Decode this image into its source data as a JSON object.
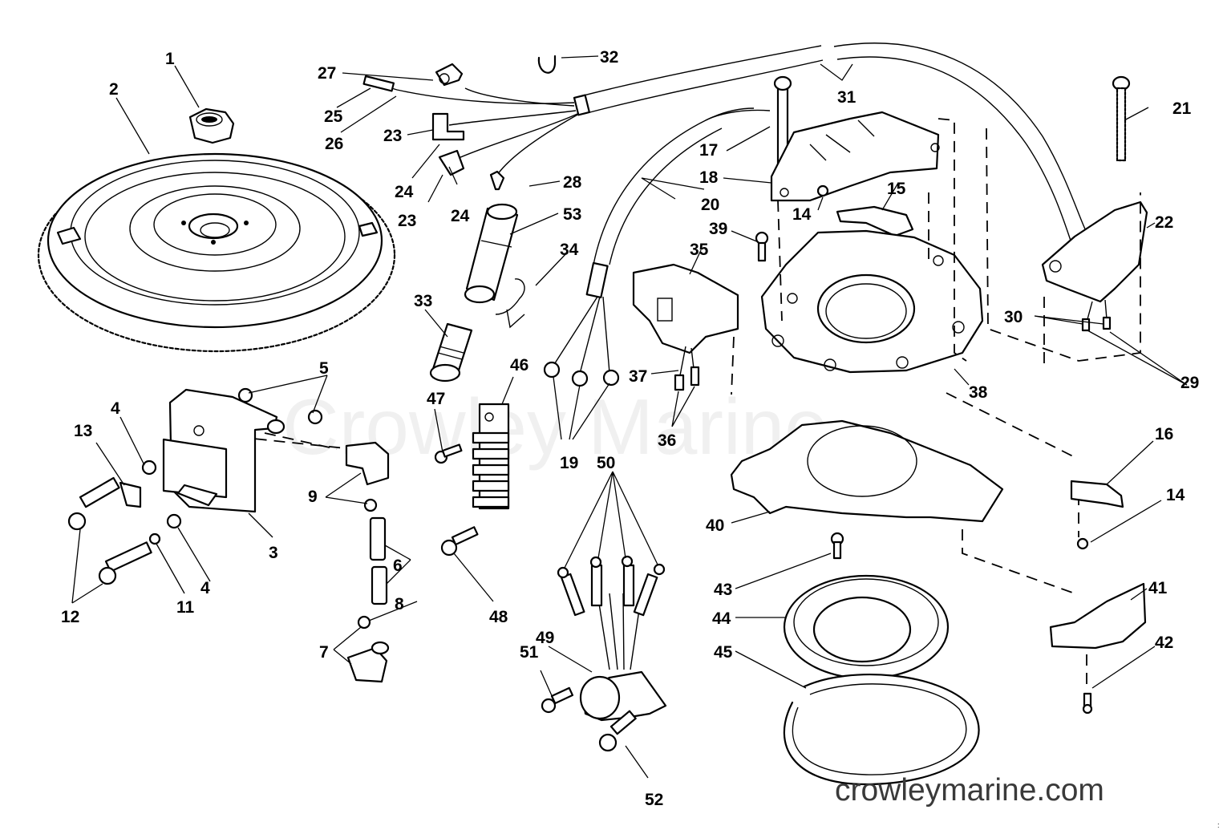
{
  "diagram": {
    "title": "Ignition / Flywheel Exploded Parts Diagram",
    "watermark": "Crowley Marine",
    "site_url": "crowleymarine.com",
    "corner_mark": ":",
    "parts": [
      {
        "id": "1",
        "label": "1",
        "name": "flywheel-nut"
      },
      {
        "id": "2",
        "label": "2",
        "name": "flywheel"
      },
      {
        "id": "3",
        "label": "3",
        "name": "ignition-coil"
      },
      {
        "id": "4a",
        "label": "4",
        "name": "coil-washer-upper"
      },
      {
        "id": "4b",
        "label": "4",
        "name": "coil-washer-lower"
      },
      {
        "id": "5",
        "label": "5",
        "name": "coil-terminal-washers"
      },
      {
        "id": "6",
        "label": "6",
        "name": "spark-plug-boot-sleeves"
      },
      {
        "id": "7",
        "label": "7",
        "name": "spark-plug-boot"
      },
      {
        "id": "8",
        "label": "8",
        "name": "boot-spring"
      },
      {
        "id": "9",
        "label": "9",
        "name": "coil-boot-and-spring"
      },
      {
        "id": "11",
        "label": "11",
        "name": "lock-washer"
      },
      {
        "id": "12",
        "label": "12",
        "name": "coil-mounting-screws"
      },
      {
        "id": "13",
        "label": "13",
        "name": "wire-clamp"
      },
      {
        "id": "14a",
        "label": "14",
        "name": "screw-upper"
      },
      {
        "id": "14b",
        "label": "14",
        "name": "screw-lower"
      },
      {
        "id": "15",
        "label": "15",
        "name": "retainer-plate"
      },
      {
        "id": "16",
        "label": "16",
        "name": "sensor-magnet"
      },
      {
        "id": "17",
        "label": "17",
        "name": "stator-screw"
      },
      {
        "id": "18",
        "label": "18",
        "name": "stator-assembly"
      },
      {
        "id": "19",
        "label": "19",
        "name": "ring-terminals"
      },
      {
        "id": "20",
        "label": "20",
        "name": "harness-sleeve"
      },
      {
        "id": "21",
        "label": "21",
        "name": "sensor-screw"
      },
      {
        "id": "22",
        "label": "22",
        "name": "timer-base-sensor"
      },
      {
        "id": "23a",
        "label": "23",
        "name": "connector-boot-upper"
      },
      {
        "id": "23b",
        "label": "23",
        "name": "connector-boot-lower"
      },
      {
        "id": "24a",
        "label": "24",
        "name": "terminal-upper"
      },
      {
        "id": "24b",
        "label": "24",
        "name": "terminal-lower"
      },
      {
        "id": "25",
        "label": "25",
        "name": "wire-sleeve"
      },
      {
        "id": "26",
        "label": "26",
        "name": "wire-terminal"
      },
      {
        "id": "27",
        "label": "27",
        "name": "ground-ring-terminal"
      },
      {
        "id": "28",
        "label": "28",
        "name": "bullet-terminal"
      },
      {
        "id": "29",
        "label": "29",
        "name": "sensor-terminals"
      },
      {
        "id": "30",
        "label": "30",
        "name": "sensor-terminal-sleeves"
      },
      {
        "id": "31",
        "label": "31",
        "name": "harness-tubing"
      },
      {
        "id": "32",
        "label": "32",
        "name": "tie-strap-clip"
      },
      {
        "id": "33",
        "label": "33",
        "name": "connector-plug"
      },
      {
        "id": "34",
        "label": "34",
        "name": "retainer-wire"
      },
      {
        "id": "35",
        "label": "35",
        "name": "charge-coil"
      },
      {
        "id": "36",
        "label": "36",
        "name": "charge-coil-sleeves"
      },
      {
        "id": "37",
        "label": "37",
        "name": "charge-coil-terminal"
      },
      {
        "id": "38",
        "label": "38",
        "name": "armature-plate"
      },
      {
        "id": "39",
        "label": "39",
        "name": "charge-coil-screw"
      },
      {
        "id": "40",
        "label": "40",
        "name": "support-plate"
      },
      {
        "id": "41",
        "label": "41",
        "name": "timer-base-magnet"
      },
      {
        "id": "42",
        "label": "42",
        "name": "magnet-screw"
      },
      {
        "id": "43",
        "label": "43",
        "name": "retainer-screw"
      },
      {
        "id": "44",
        "label": "44",
        "name": "retainer-ring"
      },
      {
        "id": "45",
        "label": "45",
        "name": "support-ring"
      },
      {
        "id": "46",
        "label": "46",
        "name": "terminal-block"
      },
      {
        "id": "47",
        "label": "47",
        "name": "terminal-block-screw"
      },
      {
        "id": "48",
        "label": "48",
        "name": "block-mounting-screw"
      },
      {
        "id": "49",
        "label": "49",
        "name": "rectifier"
      },
      {
        "id": "50",
        "label": "50",
        "name": "rectifier-terminals"
      },
      {
        "id": "51",
        "label": "51",
        "name": "rectifier-screw"
      },
      {
        "id": "52",
        "label": "52",
        "name": "rectifier-bolt"
      },
      {
        "id": "53",
        "label": "53",
        "name": "connector-sleeve"
      }
    ]
  }
}
